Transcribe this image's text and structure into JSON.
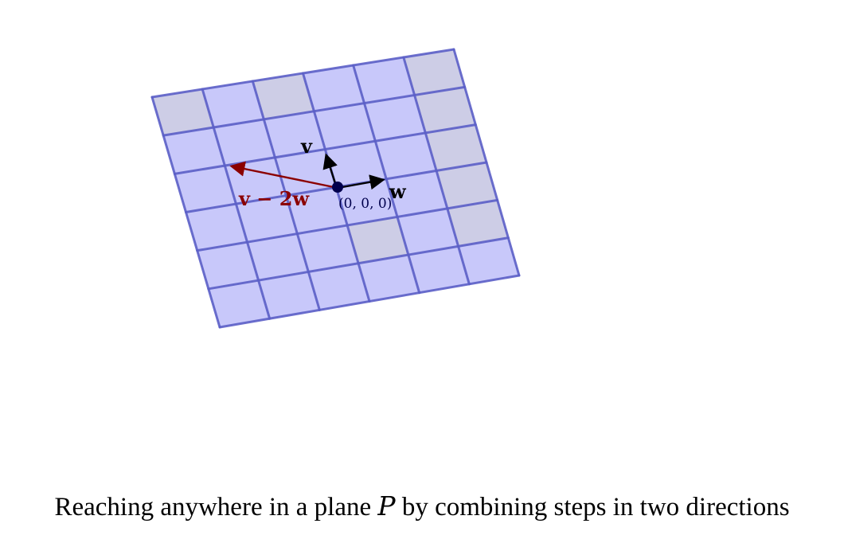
{
  "diagram": {
    "plane": {
      "rows": 6,
      "cols": 6,
      "fill_color": "#c8c8fa",
      "alt_fill_color": "#cdcde6",
      "line_color": "#5b5fc7"
    },
    "vectors": {
      "v": {
        "label": "v",
        "color": "#000000"
      },
      "w": {
        "label": "w",
        "color": "#000000"
      },
      "v_minus_2w": {
        "label": "v − 2w",
        "color": "#8b0000"
      }
    },
    "origin": {
      "label": "(0, 0, 0)",
      "color": "#00004d"
    }
  },
  "caption": {
    "before": "Reaching anywhere in a plane ",
    "symbol": "P",
    "after": " by combining steps in two directions"
  }
}
